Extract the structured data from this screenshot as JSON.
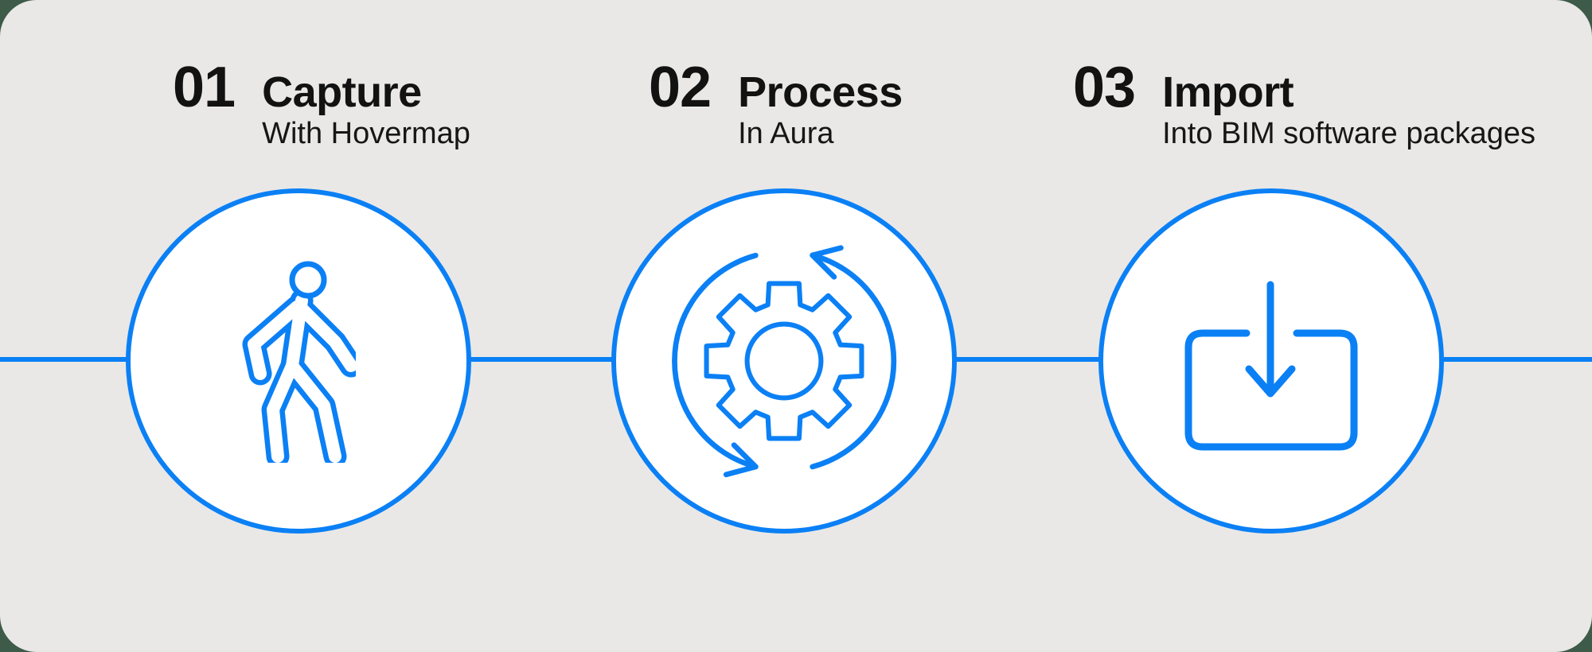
{
  "page": {
    "background_color": "#3e5a48",
    "card_color": "#e9e8e6",
    "accent_color": "#0b80f5",
    "circle_fill": "#ffffff",
    "text_color": "#121212"
  },
  "steps": [
    {
      "number": "01",
      "title": "Capture",
      "subtitle": "With Hovermap",
      "icon": "walking-person-icon"
    },
    {
      "number": "02",
      "title": "Process",
      "subtitle": "In Aura",
      "icon": "gear-sync-icon"
    },
    {
      "number": "03",
      "title": "Import",
      "subtitle": "Into BIM software packages",
      "icon": "import-tray-icon"
    }
  ]
}
